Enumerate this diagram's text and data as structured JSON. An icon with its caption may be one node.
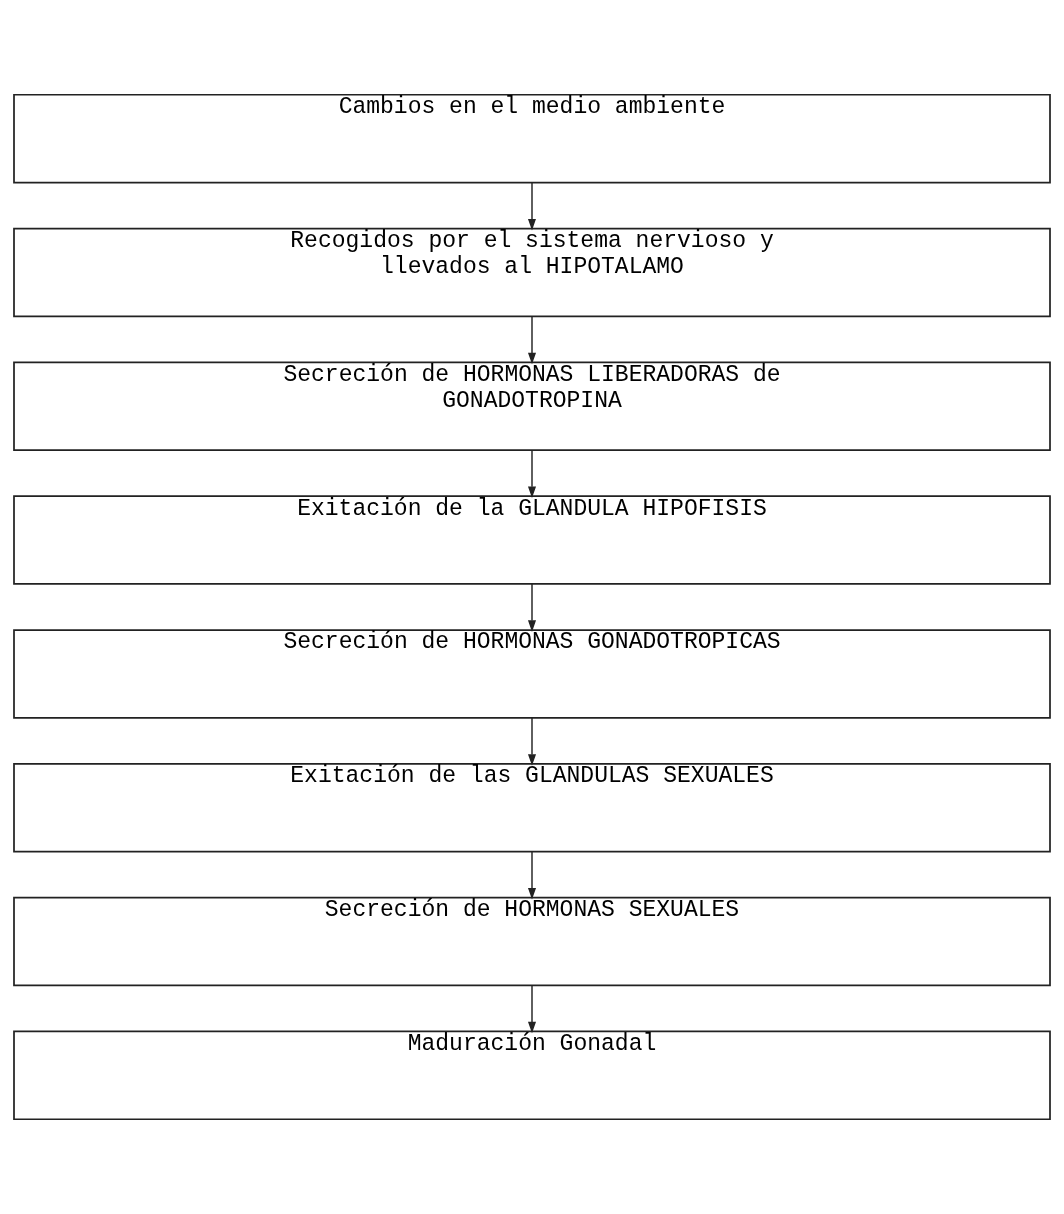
{
  "diagram": {
    "nodes": [
      {
        "text": [
          "Cambios en el medio ambiente"
        ]
      },
      {
        "text": [
          "Recogidos por el sistema nervioso y llevados al HIPOTALAMO"
        ]
      },
      {
        "text": [
          "Secreción de HORMONAS LIBERADORAS de GONADOTROPINA"
        ]
      },
      {
        "text": [
          "Exitación de la GLANDULA HIPOFISIS"
        ]
      },
      {
        "text": [
          "Secreción de HORMONAS GONADOTROPICAS"
        ]
      },
      {
        "text": [
          "Exitación de las GLANDULAS SEXUALES"
        ]
      },
      {
        "text": [
          "Secreción de HORMONAS SEXUALES"
        ]
      },
      {
        "text": [
          "Maduración Gonadal"
        ]
      }
    ],
    "edges": [
      {
        "from": 0,
        "to": 1,
        "arrow": "to"
      },
      {
        "from": 1,
        "to": 2,
        "arrow": "to"
      },
      {
        "from": 2,
        "to": 3,
        "arrow": "to"
      },
      {
        "from": 3,
        "to": 4,
        "arrow": "to"
      },
      {
        "from": 4,
        "to": 5,
        "arrow": "to"
      },
      {
        "from": 5,
        "to": 6,
        "arrow": "to"
      },
      {
        "from": 6,
        "to": 7,
        "arrow": "to"
      }
    ]
  }
}
